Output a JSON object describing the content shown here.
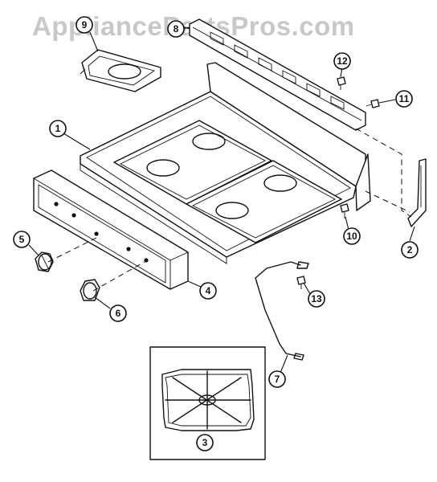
{
  "watermark": "AppliancePartsPros.com",
  "callouts": [
    {
      "id": "c1",
      "label": "1"
    },
    {
      "id": "c2",
      "label": "2"
    },
    {
      "id": "c3",
      "label": "3"
    },
    {
      "id": "c4",
      "label": "4"
    },
    {
      "id": "c5",
      "label": "5"
    },
    {
      "id": "c6",
      "label": "6"
    },
    {
      "id": "c7",
      "label": "7"
    },
    {
      "id": "c8",
      "label": "8"
    },
    {
      "id": "c9",
      "label": "9"
    },
    {
      "id": "c10",
      "label": "10"
    },
    {
      "id": "c11",
      "label": "11"
    },
    {
      "id": "c12",
      "label": "12"
    },
    {
      "id": "c13",
      "label": "13"
    }
  ]
}
